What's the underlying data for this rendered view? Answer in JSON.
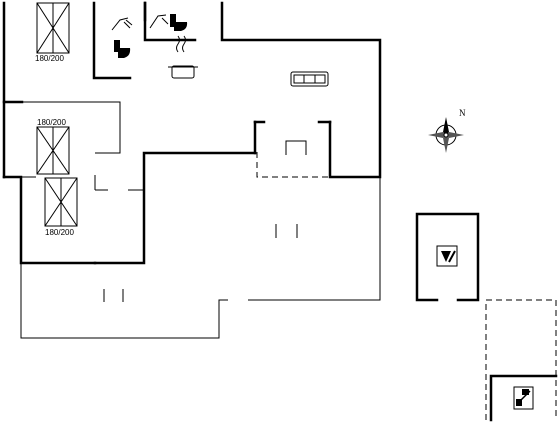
{
  "beds": [
    {
      "label": "180/200"
    },
    {
      "label": "180/200"
    },
    {
      "label": "180/200"
    }
  ],
  "compass": {
    "north_label": "N"
  },
  "icons": [
    "bed-icon",
    "shower-icon",
    "toilet-icon",
    "hob-icon",
    "sofa-icon",
    "fireplace-icon",
    "compass-icon",
    "washing-machine-icon",
    "sauna-icon"
  ]
}
